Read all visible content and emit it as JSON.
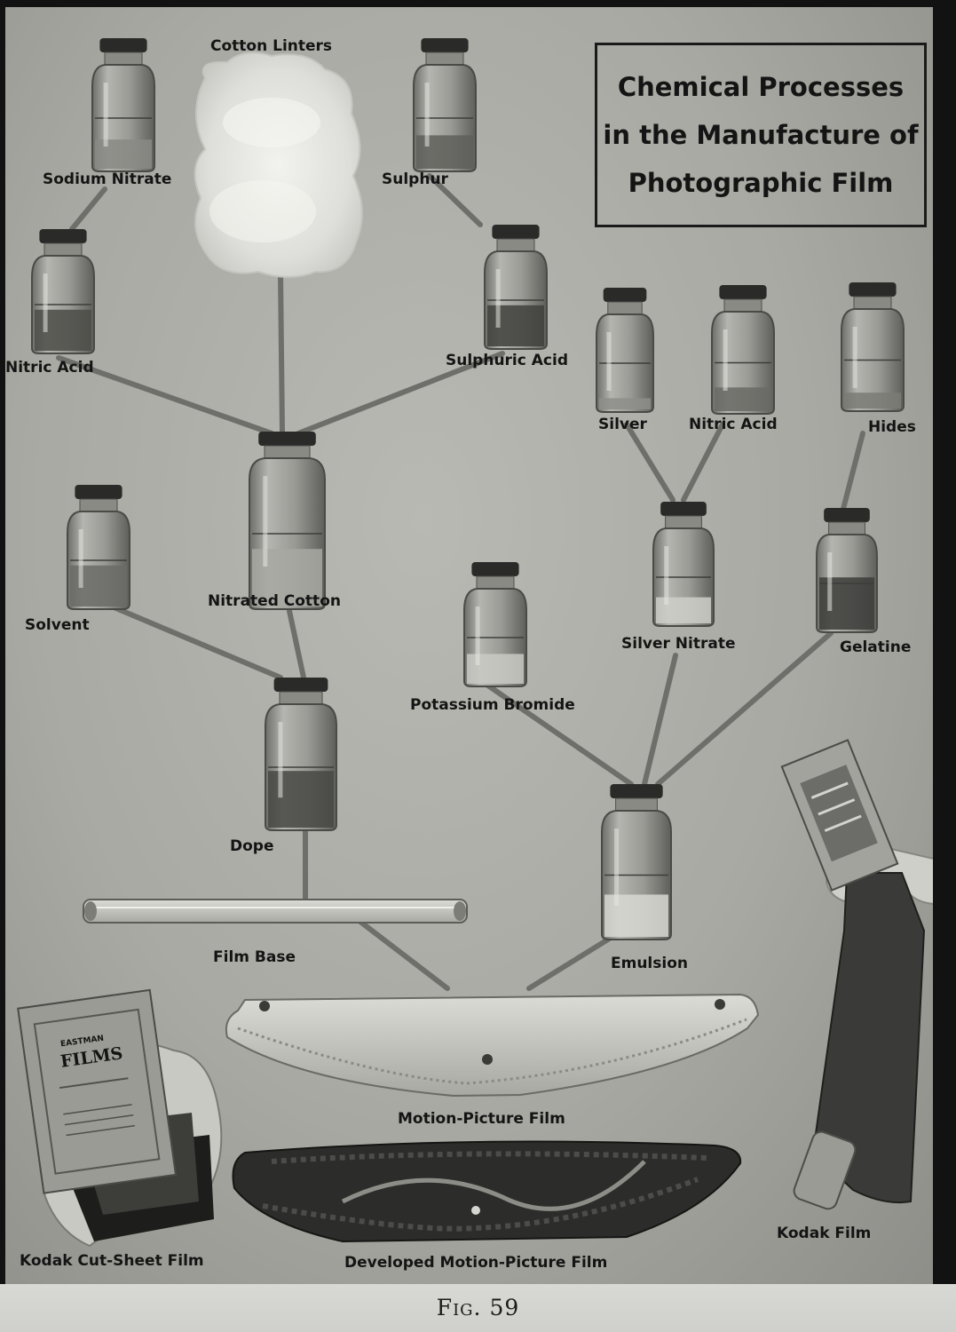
{
  "title": {
    "line1": "Chemical Processes",
    "line2": "in the Manufacture of",
    "line3": "Photographic Film"
  },
  "caption": "Fig. 59",
  "labels": {
    "cotton_linters": "Cotton Linters",
    "sodium_nitrate": "Sodium Nitrate",
    "sulphur": "Sulphur",
    "nitric_acid_1": "Nitric Acid",
    "sulphuric_acid": "Sulphuric Acid",
    "silver": "Silver",
    "nitric_acid_2": "Nitric Acid",
    "hides": "Hides",
    "nitrated_cotton": "Nitrated Cotton",
    "solvent": "Solvent",
    "silver_nitrate": "Silver Nitrate",
    "gelatine": "Gelatine",
    "potassium_bromide": "Potassium Bromide",
    "dope": "Dope",
    "film_base": "Film Base",
    "emulsion": "Emulsion",
    "motion_picture_film": "Motion-Picture Film",
    "kodak_cut_sheet_film": "Kodak Cut-Sheet Film",
    "developed_motion_picture_film": "Developed Motion-Picture Film",
    "kodak_film": "Kodak Film"
  },
  "package_text": {
    "brand": "EASTMAN",
    "product": "FILMS"
  }
}
